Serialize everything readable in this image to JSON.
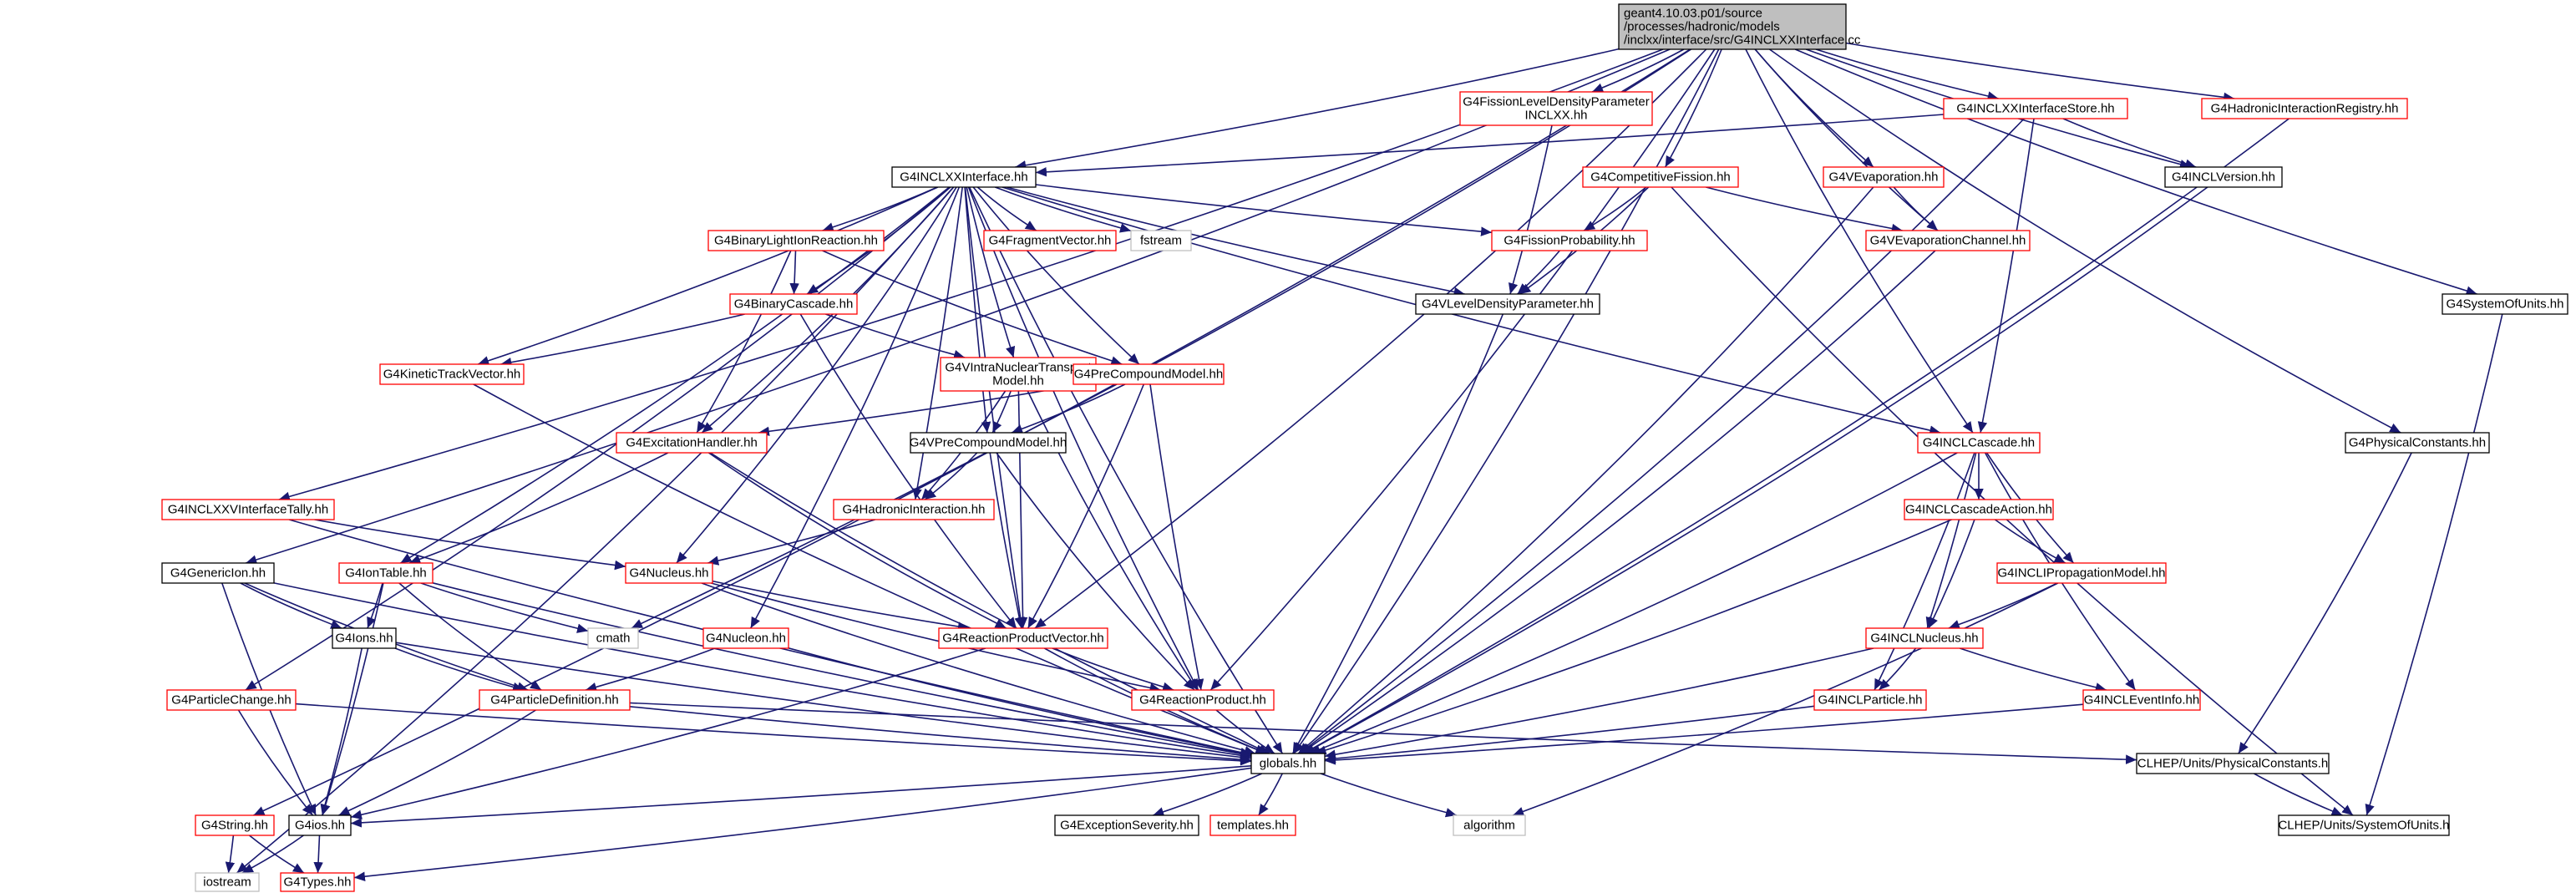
{
  "graph": {
    "root": {
      "lines": [
        "geant4.10.03.p01/source",
        "/processes/hadronic/models",
        "/inclxx/interface/src/G4INCLXXInterface.cc"
      ]
    },
    "nodes": [
      {
        "id": "n_fldp",
        "lines": [
          "G4FissionLevelDensityParameter",
          "INCLXX.hh"
        ],
        "style": "red"
      },
      {
        "id": "n_ixstore",
        "lines": [
          "G4INCLXXInterfaceStore.hh"
        ],
        "style": "red"
      },
      {
        "id": "n_hir",
        "lines": [
          "G4HadronicInteractionRegistry.hh"
        ],
        "style": "red"
      },
      {
        "id": "n_ixi",
        "lines": [
          "G4INCLXXInterface.hh"
        ],
        "style": "black"
      },
      {
        "id": "n_compfis",
        "lines": [
          "G4CompetitiveFission.hh"
        ],
        "style": "red"
      },
      {
        "id": "n_vevap",
        "lines": [
          "G4VEvaporation.hh"
        ],
        "style": "red"
      },
      {
        "id": "n_inclver",
        "lines": [
          "G4INCLVersion.hh"
        ],
        "style": "black"
      },
      {
        "id": "n_blir",
        "lines": [
          "G4BinaryLightIonReaction.hh"
        ],
        "style": "red"
      },
      {
        "id": "n_fragvec",
        "lines": [
          "G4FragmentVector.hh"
        ],
        "style": "red"
      },
      {
        "id": "n_fstream",
        "lines": [
          "fstream"
        ],
        "style": "gray"
      },
      {
        "id": "n_fisprob",
        "lines": [
          "G4FissionProbability.hh"
        ],
        "style": "red"
      },
      {
        "id": "n_vevapch",
        "lines": [
          "G4VEvaporationChannel.hh"
        ],
        "style": "red"
      },
      {
        "id": "n_binc",
        "lines": [
          "G4BinaryCascade.hh"
        ],
        "style": "red"
      },
      {
        "id": "n_vldp",
        "lines": [
          "G4VLevelDensityParameter.hh"
        ],
        "style": "black"
      },
      {
        "id": "n_sysunits",
        "lines": [
          "G4SystemOfUnits.hh"
        ],
        "style": "black"
      },
      {
        "id": "n_ktv",
        "lines": [
          "G4KineticTrackVector.hh"
        ],
        "style": "red"
      },
      {
        "id": "n_vint",
        "lines": [
          "G4VIntraNuclearTransport",
          "Model.hh"
        ],
        "style": "red"
      },
      {
        "id": "n_precomp",
        "lines": [
          "G4PreCompoundModel.hh"
        ],
        "style": "red"
      },
      {
        "id": "n_exch",
        "lines": [
          "G4ExcitationHandler.hh"
        ],
        "style": "red"
      },
      {
        "id": "n_vprec",
        "lines": [
          "G4VPreCompoundModel.hh"
        ],
        "style": "black"
      },
      {
        "id": "n_inclcasc",
        "lines": [
          "G4INCLCascade.hh"
        ],
        "style": "red"
      },
      {
        "id": "n_physconst",
        "lines": [
          "G4PhysicalConstants.hh"
        ],
        "style": "black"
      },
      {
        "id": "n_ixtally",
        "lines": [
          "G4INCLXXVInterfaceTally.hh"
        ],
        "style": "red"
      },
      {
        "id": "n_hadint",
        "lines": [
          "G4HadronicInteraction.hh"
        ],
        "style": "red"
      },
      {
        "id": "n_casact",
        "lines": [
          "G4INCLCascadeAction.hh"
        ],
        "style": "red"
      },
      {
        "id": "n_geni",
        "lines": [
          "G4GenericIon.hh"
        ],
        "style": "black"
      },
      {
        "id": "n_iontab",
        "lines": [
          "G4IonTable.hh"
        ],
        "style": "red"
      },
      {
        "id": "n_nucleus",
        "lines": [
          "G4Nucleus.hh"
        ],
        "style": "red"
      },
      {
        "id": "n_iprop",
        "lines": [
          "G4INCLIPropagationModel.hh"
        ],
        "style": "red"
      },
      {
        "id": "n_cmath",
        "lines": [
          "cmath"
        ],
        "style": "gray"
      },
      {
        "id": "n_rpv",
        "lines": [
          "G4ReactionProductVector.hh"
        ],
        "style": "red"
      },
      {
        "id": "n_inclnuc",
        "lines": [
          "G4INCLNucleus.hh"
        ],
        "style": "red"
      },
      {
        "id": "n_ions",
        "lines": [
          "G4Ions.hh"
        ],
        "style": "black"
      },
      {
        "id": "n_nucleon",
        "lines": [
          "G4Nucleon.hh"
        ],
        "style": "red"
      },
      {
        "id": "n_pchange",
        "lines": [
          "G4ParticleChange.hh"
        ],
        "style": "red"
      },
      {
        "id": "n_pdef",
        "lines": [
          "G4ParticleDefinition.hh"
        ],
        "style": "red"
      },
      {
        "id": "n_rprod",
        "lines": [
          "G4ReactionProduct.hh"
        ],
        "style": "red"
      },
      {
        "id": "n_inclpart",
        "lines": [
          "G4INCLParticle.hh"
        ],
        "style": "red"
      },
      {
        "id": "n_incleinfo",
        "lines": [
          "G4INCLEventInfo.hh"
        ],
        "style": "red"
      },
      {
        "id": "n_globals",
        "lines": [
          "globals.hh"
        ],
        "style": "black"
      },
      {
        "id": "n_clhepphys",
        "lines": [
          "CLHEP/Units/PhysicalConstants.h"
        ],
        "style": "black"
      },
      {
        "id": "n_string",
        "lines": [
          "G4String.hh"
        ],
        "style": "red"
      },
      {
        "id": "n_g4ios",
        "lines": [
          "G4ios.hh"
        ],
        "style": "black"
      },
      {
        "id": "n_excsev",
        "lines": [
          "G4ExceptionSeverity.hh"
        ],
        "style": "black"
      },
      {
        "id": "n_templates",
        "lines": [
          "templates.hh"
        ],
        "style": "red"
      },
      {
        "id": "n_algorithm",
        "lines": [
          "algorithm"
        ],
        "style": "gray"
      },
      {
        "id": "n_clhepunits",
        "lines": [
          "CLHEP/Units/SystemOfUnits.h"
        ],
        "style": "black"
      },
      {
        "id": "n_iostream",
        "lines": [
          "iostream"
        ],
        "style": "gray"
      },
      {
        "id": "n_types",
        "lines": [
          "G4Types.hh"
        ],
        "style": "red"
      }
    ],
    "edges": [
      [
        "n_root",
        "n_fldp"
      ],
      [
        "n_root",
        "n_ixstore"
      ],
      [
        "n_root",
        "n_hir"
      ],
      [
        "n_root",
        "n_ixi"
      ],
      [
        "n_root",
        "n_compfis"
      ],
      [
        "n_root",
        "n_vevap"
      ],
      [
        "n_root",
        "n_inclver"
      ],
      [
        "n_root",
        "n_vevapch"
      ],
      [
        "n_root",
        "n_sysunits"
      ],
      [
        "n_root",
        "n_physconst"
      ],
      [
        "n_root",
        "n_inclcasc"
      ],
      [
        "n_root",
        "n_ixtally"
      ],
      [
        "n_root",
        "n_geni"
      ],
      [
        "n_root",
        "n_string"
      ],
      [
        "n_root",
        "n_cmath"
      ],
      [
        "n_root",
        "n_rpv"
      ],
      [
        "n_root",
        "n_rprod"
      ],
      [
        "n_root",
        "n_globals"
      ],
      [
        "n_ixstore",
        "n_ixi"
      ],
      [
        "n_ixstore",
        "n_inclver"
      ],
      [
        "n_ixstore",
        "n_inclcasc"
      ],
      [
        "n_ixstore",
        "n_globals"
      ],
      [
        "n_hir",
        "n_globals"
      ],
      [
        "n_fldp",
        "n_vldp"
      ],
      [
        "n_compfis",
        "n_fisprob"
      ],
      [
        "n_compfis",
        "n_vevapch"
      ],
      [
        "n_compfis",
        "n_vldp"
      ],
      [
        "n_compfis",
        "n_clhepunits"
      ],
      [
        "n_vevap",
        "n_vevapch"
      ],
      [
        "n_vevap",
        "n_globals"
      ],
      [
        "n_inclver",
        "n_globals"
      ],
      [
        "n_ixi",
        "n_blir"
      ],
      [
        "n_ixi",
        "n_fragvec"
      ],
      [
        "n_ixi",
        "n_fstream"
      ],
      [
        "n_ixi",
        "n_fisprob"
      ],
      [
        "n_ixi",
        "n_binc"
      ],
      [
        "n_ixi",
        "n_vint"
      ],
      [
        "n_ixi",
        "n_precomp"
      ],
      [
        "n_ixi",
        "n_vprec"
      ],
      [
        "n_ixi",
        "n_vldp"
      ],
      [
        "n_ixi",
        "n_inclcasc"
      ],
      [
        "n_ixi",
        "n_exch"
      ],
      [
        "n_ixi",
        "n_ktv"
      ],
      [
        "n_ixi",
        "n_hadint"
      ],
      [
        "n_ixi",
        "n_iontab"
      ],
      [
        "n_ixi",
        "n_nucleus"
      ],
      [
        "n_ixi",
        "n_rpv"
      ],
      [
        "n_ixi",
        "n_rprod"
      ],
      [
        "n_ixi",
        "n_nucleon"
      ],
      [
        "n_ixi",
        "n_pchange"
      ],
      [
        "n_ixi",
        "n_iostream"
      ],
      [
        "n_ixi",
        "n_globals"
      ],
      [
        "n_blir",
        "n_binc"
      ],
      [
        "n_blir",
        "n_exch"
      ],
      [
        "n_blir",
        "n_precomp"
      ],
      [
        "n_fisprob",
        "n_vldp"
      ],
      [
        "n_vevapch",
        "n_globals"
      ],
      [
        "n_binc",
        "n_ktv"
      ],
      [
        "n_binc",
        "n_vint"
      ],
      [
        "n_binc",
        "n_rpv"
      ],
      [
        "n_vldp",
        "n_globals"
      ],
      [
        "n_sysunits",
        "n_clhepunits"
      ],
      [
        "n_ktv",
        "n_globals"
      ],
      [
        "n_vint",
        "n_vprec"
      ],
      [
        "n_vint",
        "n_hadint"
      ],
      [
        "n_vint",
        "n_rpv"
      ],
      [
        "n_vint",
        "n_rprod"
      ],
      [
        "n_precomp",
        "n_exch"
      ],
      [
        "n_precomp",
        "n_vprec"
      ],
      [
        "n_precomp",
        "n_rpv"
      ],
      [
        "n_precomp",
        "n_rprod"
      ],
      [
        "n_exch",
        "n_iontab"
      ],
      [
        "n_exch",
        "n_rpv"
      ],
      [
        "n_exch",
        "n_globals"
      ],
      [
        "n_vprec",
        "n_hadint"
      ],
      [
        "n_vprec",
        "n_rpv"
      ],
      [
        "n_vprec",
        "n_rprod"
      ],
      [
        "n_inclcasc",
        "n_casact"
      ],
      [
        "n_inclcasc",
        "n_iprop"
      ],
      [
        "n_inclcasc",
        "n_inclnuc"
      ],
      [
        "n_inclcasc",
        "n_inclpart"
      ],
      [
        "n_inclcasc",
        "n_incleinfo"
      ],
      [
        "n_inclcasc",
        "n_globals"
      ],
      [
        "n_physconst",
        "n_clhepphys"
      ],
      [
        "n_ixtally",
        "n_nucleus"
      ],
      [
        "n_ixtally",
        "n_globals"
      ],
      [
        "n_hadint",
        "n_nucleus"
      ],
      [
        "n_casact",
        "n_iprop"
      ],
      [
        "n_casact",
        "n_inclnuc"
      ],
      [
        "n_casact",
        "n_globals"
      ],
      [
        "n_geni",
        "n_ions"
      ],
      [
        "n_geni",
        "n_pdef"
      ],
      [
        "n_geni",
        "n_globals"
      ],
      [
        "n_geni",
        "n_g4ios"
      ],
      [
        "n_iontab",
        "n_ions"
      ],
      [
        "n_iontab",
        "n_pdef"
      ],
      [
        "n_iontab",
        "n_cmath"
      ],
      [
        "n_iontab",
        "n_globals"
      ],
      [
        "n_iontab",
        "n_g4ios"
      ],
      [
        "n_nucleus",
        "n_rpv"
      ],
      [
        "n_nucleus",
        "n_rprod"
      ],
      [
        "n_nucleus",
        "n_globals"
      ],
      [
        "n_iprop",
        "n_inclnuc"
      ],
      [
        "n_iprop",
        "n_algorithm"
      ],
      [
        "n_rpv",
        "n_rprod"
      ],
      [
        "n_rpv",
        "n_globals"
      ],
      [
        "n_rpv",
        "n_g4ios"
      ],
      [
        "n_inclnuc",
        "n_inclpart"
      ],
      [
        "n_inclnuc",
        "n_incleinfo"
      ],
      [
        "n_inclnuc",
        "n_globals"
      ],
      [
        "n_ions",
        "n_pdef"
      ],
      [
        "n_ions",
        "n_globals"
      ],
      [
        "n_ions",
        "n_g4ios"
      ],
      [
        "n_nucleon",
        "n_pdef"
      ],
      [
        "n_nucleon",
        "n_globals"
      ],
      [
        "n_pchange",
        "n_g4ios"
      ],
      [
        "n_pchange",
        "n_globals"
      ],
      [
        "n_pdef",
        "n_clhepphys"
      ],
      [
        "n_pdef",
        "n_globals"
      ],
      [
        "n_pdef",
        "n_g4ios"
      ],
      [
        "n_rprod",
        "n_globals"
      ],
      [
        "n_inclpart",
        "n_globals"
      ],
      [
        "n_incleinfo",
        "n_globals"
      ],
      [
        "n_globals",
        "n_g4ios"
      ],
      [
        "n_globals",
        "n_excsev"
      ],
      [
        "n_globals",
        "n_templates"
      ],
      [
        "n_globals",
        "n_algorithm"
      ],
      [
        "n_globals",
        "n_types"
      ],
      [
        "n_clhepphys",
        "n_clhepunits"
      ],
      [
        "n_string",
        "n_iostream"
      ],
      [
        "n_string",
        "n_types"
      ],
      [
        "n_g4ios",
        "n_iostream"
      ],
      [
        "n_g4ios",
        "n_types"
      ]
    ]
  },
  "colors": {
    "edge": "#191970",
    "red_border": "#ff0000",
    "gray_border": "#bfbfbf",
    "black_border": "#000000",
    "root_fill": "#bfbfbf",
    "node_fill": "#ffffff"
  }
}
